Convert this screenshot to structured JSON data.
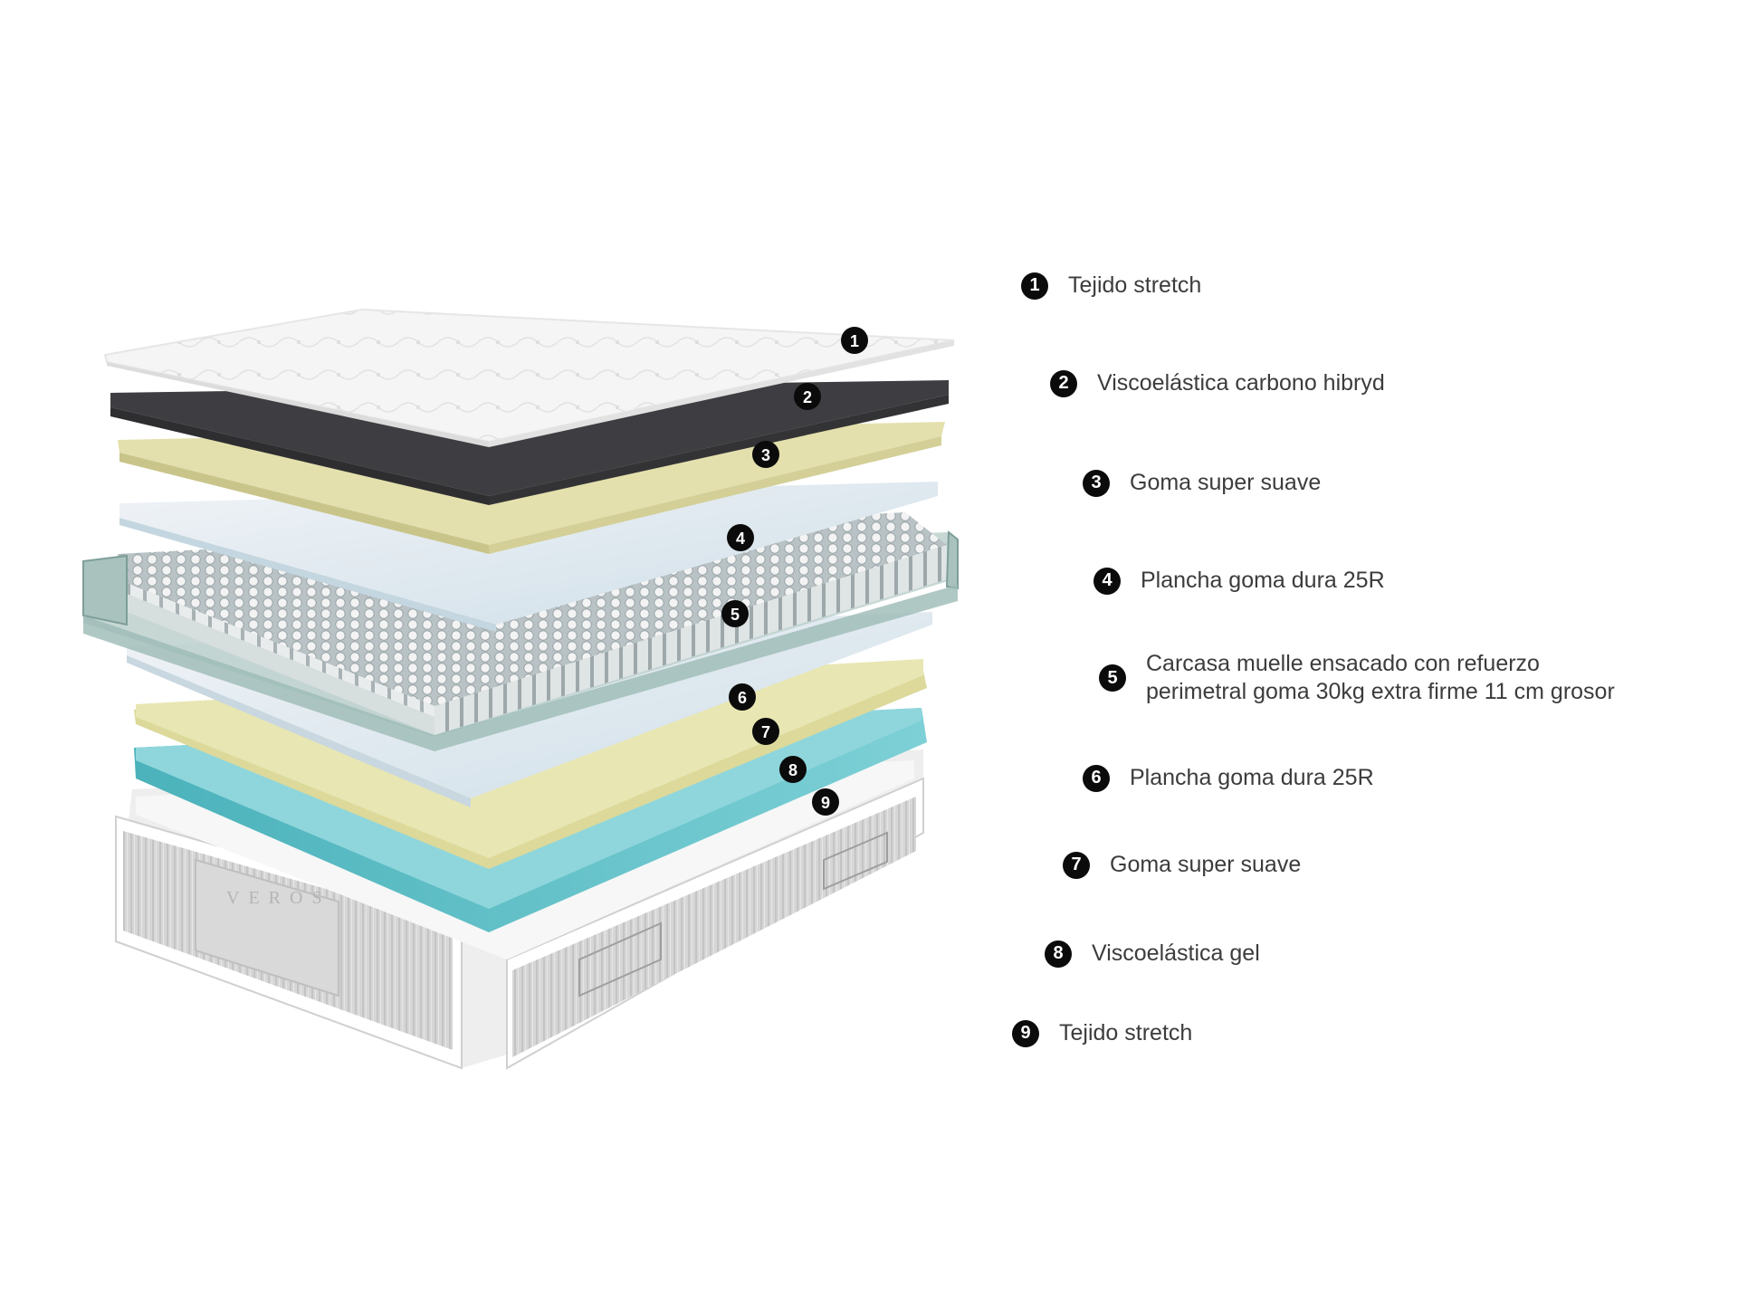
{
  "colors": {
    "badge": "#0b0b0b",
    "legend_text": "#3c3c3c",
    "layer_1_fabric": "#f2f2f2",
    "layer_2_carbon": "#3e3e42",
    "layer_3_soft_foam": "#e3dfae",
    "layer_4_hard_foam": "#dbe8ee",
    "layer_5_springs": "#c6d6d2",
    "layer_6_hard_foam": "#e1ebf2",
    "layer_7_soft_foam": "#e4e2a6",
    "layer_8_gel": "#5fbcc4",
    "layer_9_fabric": "#eeeeee"
  },
  "illustration": {
    "brand": "VEROS"
  },
  "callouts": [
    "1",
    "2",
    "3",
    "4",
    "5",
    "6",
    "7",
    "8",
    "9"
  ],
  "legend": [
    {
      "number": "1",
      "lines": [
        "Tejido stretch"
      ]
    },
    {
      "number": "2",
      "lines": [
        "Viscoelástica carbono hibryd"
      ]
    },
    {
      "number": "3",
      "lines": [
        "Goma super suave"
      ]
    },
    {
      "number": "4",
      "lines": [
        "Plancha goma dura 25R"
      ]
    },
    {
      "number": "5",
      "lines": [
        "Carcasa muelle ensacado con refuerzo",
        "perimetral goma 30kg extra firme 11 cm grosor"
      ]
    },
    {
      "number": "6",
      "lines": [
        "Plancha goma dura 25R"
      ]
    },
    {
      "number": "7",
      "lines": [
        "Goma super suave"
      ]
    },
    {
      "number": "8",
      "lines": [
        "Viscoelástica gel"
      ]
    },
    {
      "number": "9",
      "lines": [
        "Tejido stretch"
      ]
    }
  ]
}
